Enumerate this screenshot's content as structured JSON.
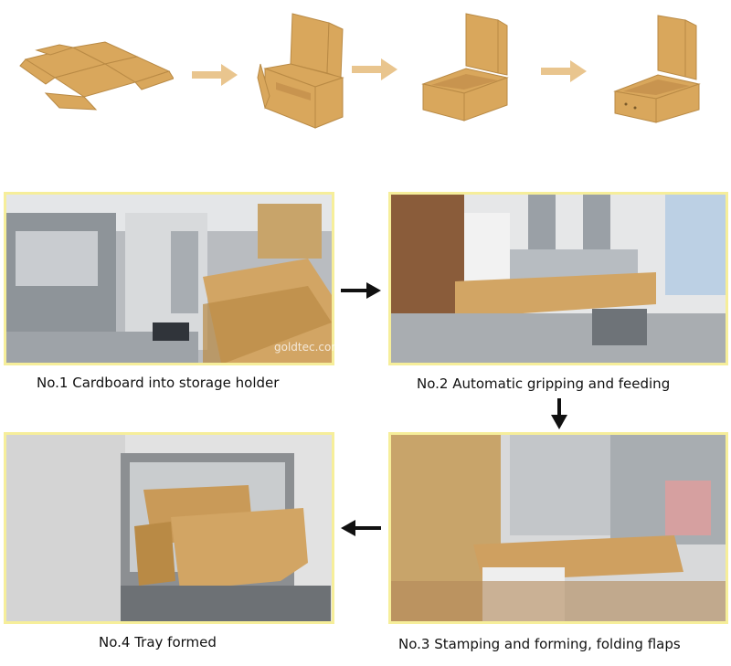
{
  "colors": {
    "cardboard": "#d9a75c",
    "cardboard_dark": "#b98a45",
    "flow_arrow": "#e9c58e",
    "frame_yellow": "#f6ee9a",
    "black_arrow": "#111111"
  },
  "steps": [
    {
      "caption": "No.1 Cardboard into storage holder"
    },
    {
      "caption": "No.2 Automatic gripping and feeding"
    },
    {
      "caption": "No.3 Stamping and forming, folding flaps"
    },
    {
      "caption": "No.4 Tray formed"
    }
  ],
  "watermark": "goldtec.com",
  "icons": {
    "flow": "arrow-right-icon",
    "process_right": "arrow-right-icon",
    "process_down": "arrow-down-icon",
    "process_left": "arrow-left-icon"
  }
}
